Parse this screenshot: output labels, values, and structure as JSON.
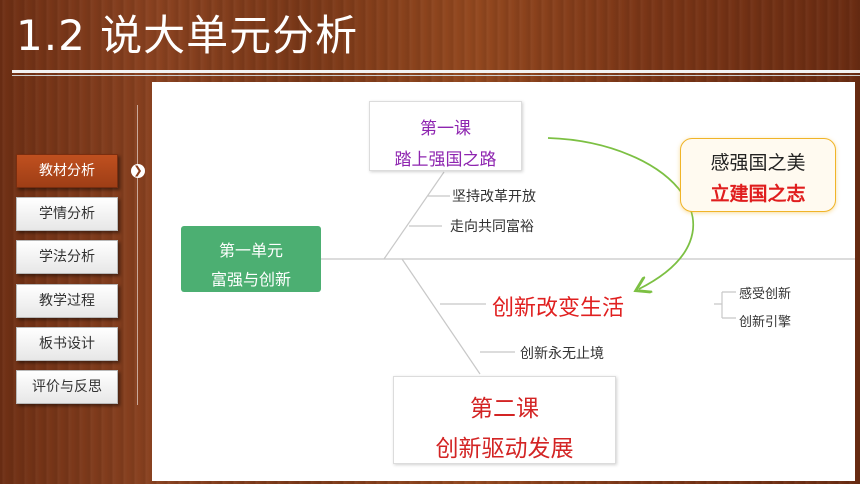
{
  "header": {
    "title": "1.2  说大单元分析"
  },
  "nav": {
    "items": [
      {
        "label": "教材分析",
        "active": true
      },
      {
        "label": "学情分析",
        "active": false
      },
      {
        "label": "学法分析",
        "active": false
      },
      {
        "label": "教学过程",
        "active": false
      },
      {
        "label": "板书设计",
        "active": false
      },
      {
        "label": "评价与反思",
        "active": false
      }
    ],
    "arrow_icon": "chevron-right-circle-icon"
  },
  "mindmap": {
    "lesson1": {
      "line1": "第一课",
      "line2": "踏上强国之路"
    },
    "unit": {
      "line1": "第一单元",
      "line2": "富强与创新"
    },
    "callout": {
      "line1": "感强国之美",
      "line2": "立建国之志"
    },
    "branch_a": "坚持改革开放",
    "branch_b": "走向共同富裕",
    "branch_main": "创新改变生活",
    "sub_a": "感受创新",
    "sub_b": "创新引擎",
    "branch_c": "创新永无止境",
    "lesson2": {
      "line1": "第二课",
      "line2": "创新驱动发展"
    }
  },
  "colors": {
    "wood": "#7b3617",
    "active_nav": "#b04a1c",
    "lesson1_text": "#8e25b0",
    "unit_box": "#4caf72",
    "accent_red": "#e02020",
    "arrow_green": "#7cc043",
    "callout_border": "#f0b428"
  }
}
